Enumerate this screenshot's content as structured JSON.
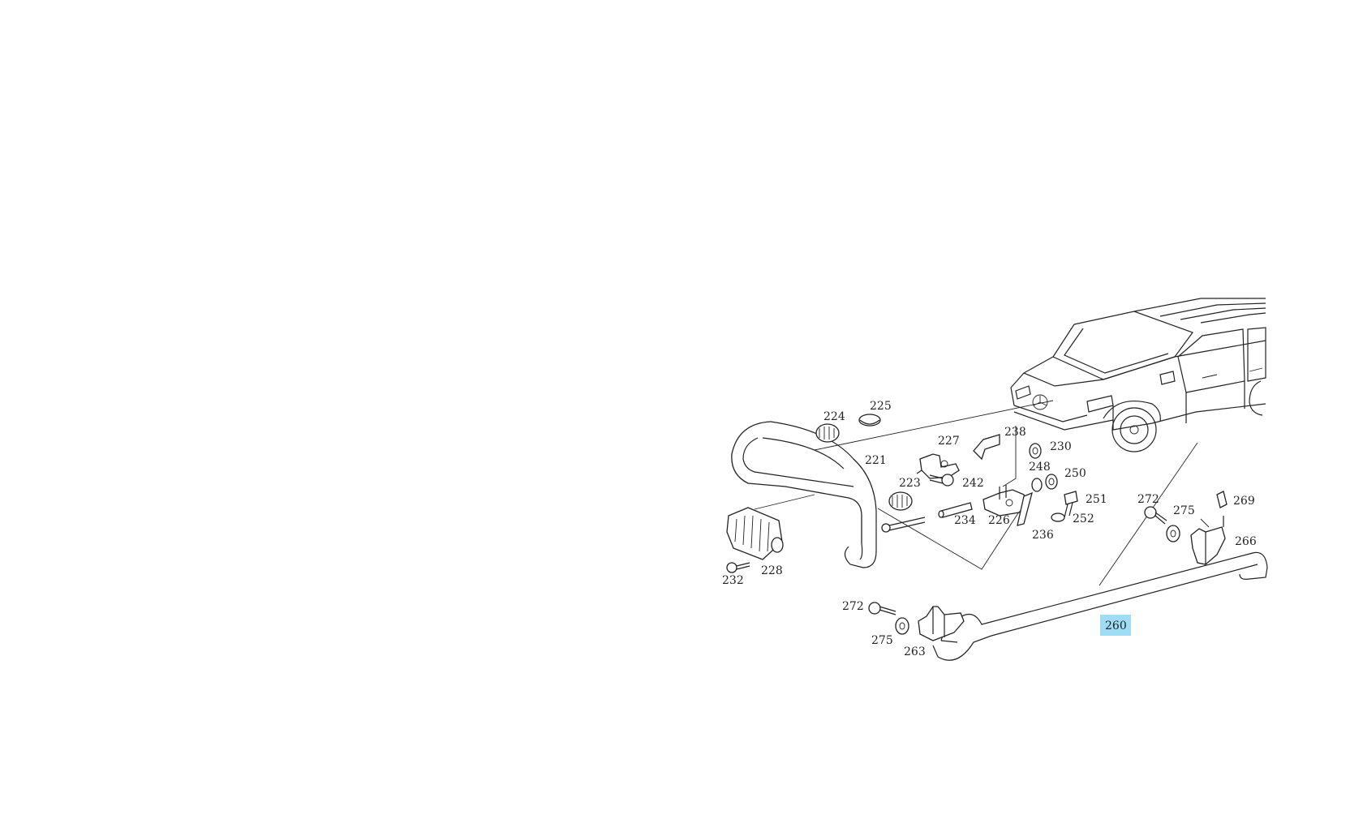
{
  "diagram": {
    "highlight_color": "#9fdcf5",
    "labels": {
      "p221": "221",
      "p223": "223",
      "p224": "224",
      "p225": "225",
      "p226": "226",
      "p227": "227",
      "p228": "228",
      "p230": "230",
      "p232": "232",
      "p234": "234",
      "p236": "236",
      "p238": "238",
      "p242": "242",
      "p248": "248",
      "p250": "250",
      "p251": "251",
      "p252": "252",
      "p260": "260",
      "p263": "263",
      "p266": "266",
      "p269": "269",
      "p272a": "272",
      "p272b": "272",
      "p275a": "275",
      "p275b": "275"
    }
  }
}
